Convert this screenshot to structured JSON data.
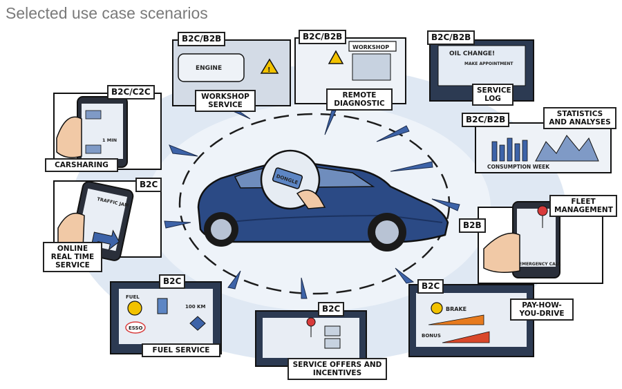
{
  "title": "Selected use case scenarios",
  "center": {
    "dongle_label": "DONGLE"
  },
  "scenarios": [
    {
      "id": "workshop",
      "tag": "B2C/B2B",
      "label": "WORKSHOP SERVICE",
      "detail": "ENGINE"
    },
    {
      "id": "remote",
      "tag": "B2C/B2B",
      "label": "REMOTE DIAGNOSTIC",
      "detail": "WORKSHOP"
    },
    {
      "id": "service-log",
      "tag": "B2C/B2B",
      "label": "SERVICE LOG",
      "detail": "OIL CHANGE!",
      "detail2": "MAKE APPOINTMENT"
    },
    {
      "id": "statistics",
      "tag": "B2C/B2B",
      "label": "STATISTICS AND ANALYSES",
      "detail": "CONSUMPTION WEEK"
    },
    {
      "id": "fleet",
      "tag": "B2B",
      "label": "FLEET MANAGEMENT",
      "detail": "EMERGENCY CALL"
    },
    {
      "id": "pay-how",
      "tag": "B2C",
      "label": "PAY-HOW-YOU-DRIVE",
      "detail": "BRAKE",
      "detail2": "BONUS"
    },
    {
      "id": "service-offers",
      "tag": "B2C",
      "label": "SERVICE OFFERS AND INCENTIVES"
    },
    {
      "id": "fuel",
      "tag": "B2C",
      "label": "FUEL SERVICE",
      "detail": "FUEL",
      "detail2": "ESSO",
      "detail3": "100 KM"
    },
    {
      "id": "realtime",
      "tag": "B2C",
      "label": "ONLINE REAL TIME SERVICE",
      "detail": "TRAFFIC JAM"
    },
    {
      "id": "carsharing",
      "tag": "B2C/C2C",
      "label": "CARSHARING",
      "detail": "1 MIN"
    }
  ],
  "colors": {
    "accent": "#3f5f9a",
    "car": "#2a4680",
    "halo": "#dbe6f2",
    "border": "#222222"
  }
}
